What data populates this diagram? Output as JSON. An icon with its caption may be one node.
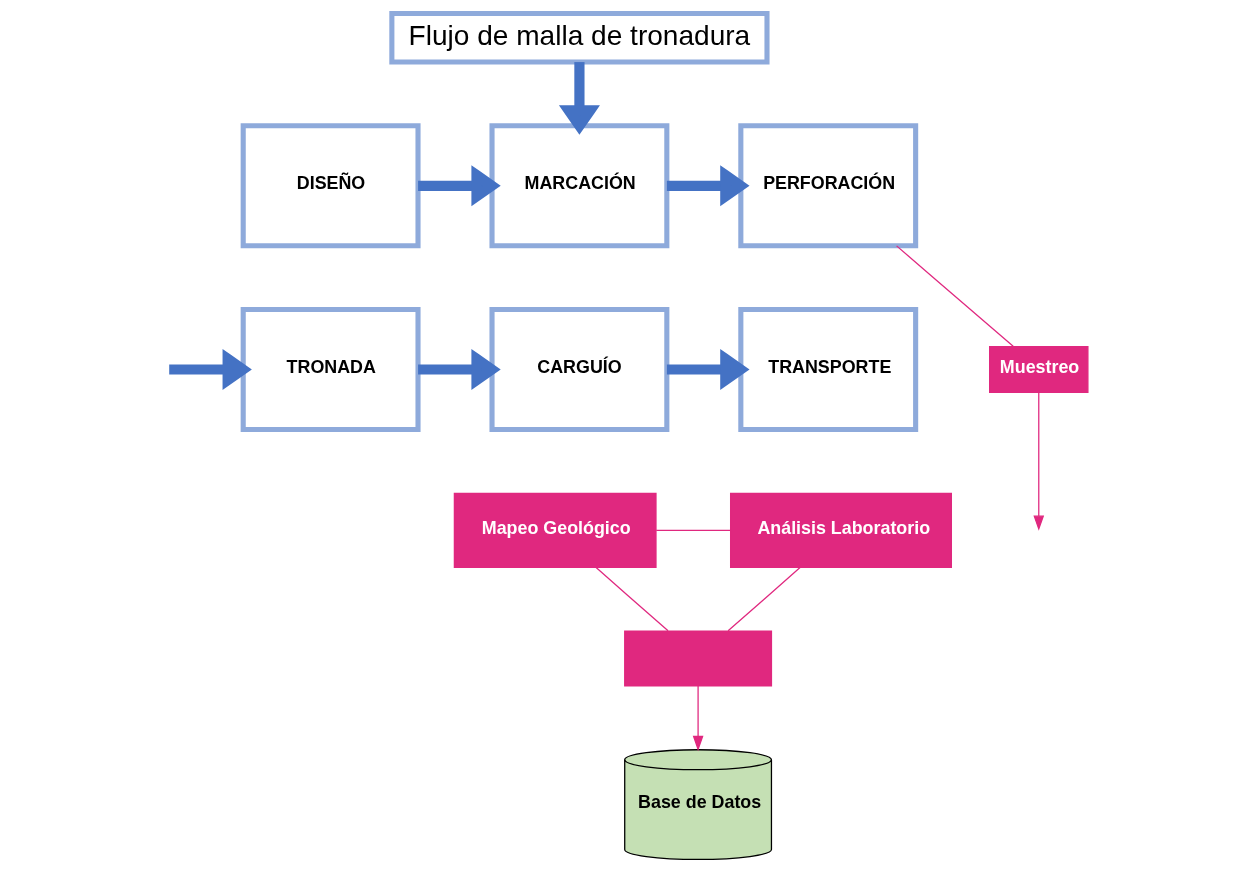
{
  "diagram": {
    "nodes": [
      {
        "text": [
          "Flujo de malla de tronadura"
        ]
      },
      {
        "text": [
          "DISEÑO"
        ]
      },
      {
        "text": [
          "MARCACIÓN"
        ]
      },
      {
        "text": [
          "PERFORACIÓN"
        ]
      },
      {
        "text": [
          "TRONADA"
        ]
      },
      {
        "text": [
          "CARGUÍO"
        ]
      },
      {
        "text": [
          "TRANSPORTE"
        ]
      },
      {
        "text": [
          "Muestreo"
        ]
      },
      {
        "text": [
          "Mapeo Geológico"
        ]
      },
      {
        "text": [
          "Análisis Laboratorio"
        ]
      },
      {
        "text": [],
        "shape": "box"
      },
      {
        "text": [
          "Base de Datos"
        ]
      }
    ],
    "edges": [
      {
        "from": 0,
        "to": 2,
        "arrow": "to",
        "style": "thick",
        "color": "#4472c4"
      },
      {
        "from": 1,
        "to": 2,
        "arrow": "to",
        "style": "thick",
        "color": "#4472c4"
      },
      {
        "from": 2,
        "to": 3,
        "arrow": "to",
        "style": "thick",
        "color": "#4472c4"
      },
      {
        "from": null,
        "to": 4,
        "arrow": "to",
        "style": "thick",
        "color": "#4472c4"
      },
      {
        "from": 4,
        "to": 5,
        "arrow": "to",
        "style": "thick",
        "color": "#4472c4"
      },
      {
        "from": 5,
        "to": 6,
        "arrow": "to",
        "style": "thick",
        "color": "#4472c4"
      },
      {
        "from": 3,
        "to": 7,
        "arrow": "none",
        "color": "#e0287f"
      },
      {
        "from": 7,
        "to": null,
        "arrow": "to",
        "color": "#e0287f"
      },
      {
        "from": 8,
        "to": 9,
        "arrow": "none",
        "color": "#e0287f"
      },
      {
        "from": 8,
        "to": 10,
        "arrow": "none",
        "color": "#e0287f"
      },
      {
        "from": 9,
        "to": 10,
        "arrow": "none",
        "color": "#e0287f"
      },
      {
        "from": 10,
        "to": 11,
        "arrow": "to",
        "color": "#e0287f"
      }
    ]
  }
}
